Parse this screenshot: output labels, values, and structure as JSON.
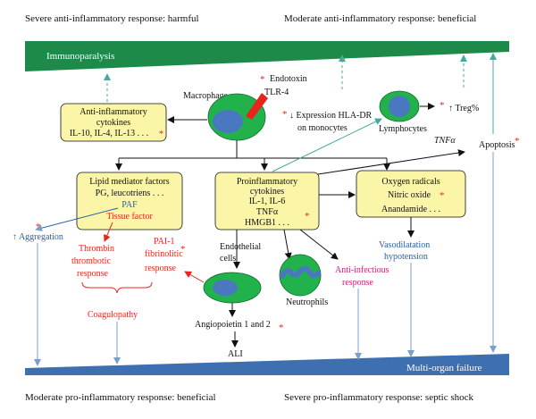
{
  "headers": {
    "top_left": "Severe anti-inflammatory response: harmful",
    "top_right": "Moderate anti-inflammatory response: beneficial",
    "bottom_left": "Moderate pro-inflammatory response: beneficial",
    "bottom_right": "Severe pro-inflammatory response: septic shock"
  },
  "wedges": {
    "top_label": "Immunoparalysis",
    "bottom_label": "Multi-organ failure"
  },
  "cells": {
    "macrophage": "Macrophage",
    "endotoxin": "Endotoxin",
    "tlr4": "TLR-4",
    "lymphocytes": "Lymphocytes",
    "neutrophils": "Neutrophils",
    "endothelial_line1": "Endothelial",
    "endothelial_line2": "cells"
  },
  "boxes": {
    "anti_inflammatory": {
      "line1": "Anti-inflammatory",
      "line2": "cytokines",
      "line3": "IL-10, IL-4, IL-13 . . ."
    },
    "lipid": {
      "line1": "Lipid mediator factors",
      "line2": "PG, leucotriens . . .",
      "line3": "PAF",
      "line4": "Tissue factor"
    },
    "proinflammatory": {
      "line1": "Proinflammatory",
      "line2": "cytokines",
      "line3": "IL-1, IL-6",
      "line4": "TNFα",
      "line5": "HMGB1 . . ."
    },
    "oxygen": {
      "line1": "Oxygen radicals",
      "line2": "Nitric oxide",
      "line3": "Anandamide . . ."
    }
  },
  "labels": {
    "hla_line1": "↓ Expression HLA-DR",
    "hla_line2": "on monocytes",
    "treg": "↑ Treg%",
    "tnfa": "TNFα",
    "apoptosis": "Apoptosis",
    "aggregation": "↑ Aggregation",
    "thrombin_line1": "Thrombin",
    "thrombin_line2": "thrombotic",
    "thrombin_line3": "response",
    "pai_line1": "PAI-1",
    "pai_line2": "fibrinolitic",
    "pai_line3": "response",
    "coagulopathy": "Coagulopathy",
    "anti_infectious_line1": "Anti-infectious",
    "anti_infectious_line2": "response",
    "vasodilatation_line1": "Vasodilatation",
    "vasodilatation_line2": "hypotension",
    "angiopoietin": "Angiopoietin 1 and 2",
    "ali": "ALI",
    "asterisk": "*"
  },
  "colors": {
    "green_wedge": "#1e8a4a",
    "blue_wedge": "#3e6fb0",
    "cell_green": "#22b24c",
    "nucleus_blue": "#4a78c0",
    "box_yellow": "#fbf5a8",
    "red_text": "#e8241c",
    "blue_text": "#2a5fa8",
    "magenta_text": "#d41a7a",
    "teal_arrow": "#48a89a",
    "blue_arrow": "#7a9fcc"
  }
}
